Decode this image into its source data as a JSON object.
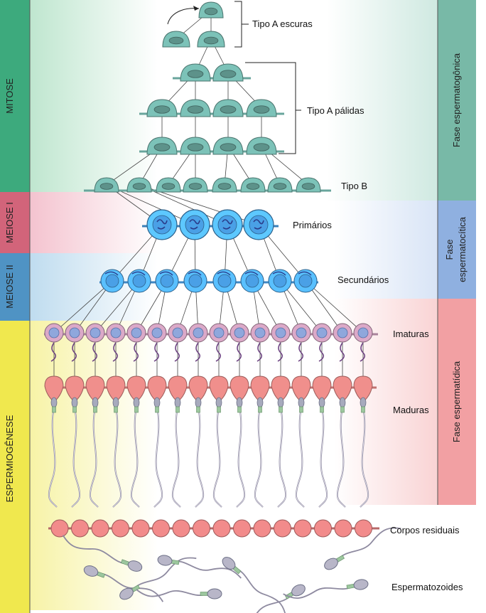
{
  "stages": {
    "mitose": "MITOSE",
    "meiose_1": "MEIOSE I",
    "meiose_2": "MEIOSE II",
    "espermiogenese": "ESPERMIOGÊNESE"
  },
  "phases": {
    "espermatogonica": "Fase espermatogônica",
    "espermatocitica_line1": "Fase",
    "espermatocitica_line2": "espermatocítica",
    "espermatidica": "Fase espermatídica"
  },
  "cell_labels": {
    "tipo_a_escuras": "Tipo A escuras",
    "tipo_a_palidas": "Tipo A pálidas",
    "tipo_b": "Tipo B",
    "primarios": "Primários",
    "secundarios": "Secundários",
    "imaturas": "Imaturas",
    "maduras": "Maduras",
    "corpos_residuais": "Corpos residuais",
    "espermatozoides": "Espermatozoides"
  },
  "colors": {
    "mitose": "#3daa7d",
    "meiose_1": "#d2647a",
    "meiose_2": "#4f93c4",
    "espermiogenese": "#f0e84e",
    "fase_espermatogonica": "#78b9a7",
    "fase_espermatocitica": "#8fb0e0",
    "fase_espermatidica": "#f2a0a3",
    "spermatogonia": "#7cc2b8",
    "spermatocyte": "#4aa0e6",
    "spermatid_immature": "#c79ab6",
    "spermatid_mature": "#f08f8c",
    "residual_body": "#f28b8b",
    "spermatozoa": "#b8b6c8"
  }
}
